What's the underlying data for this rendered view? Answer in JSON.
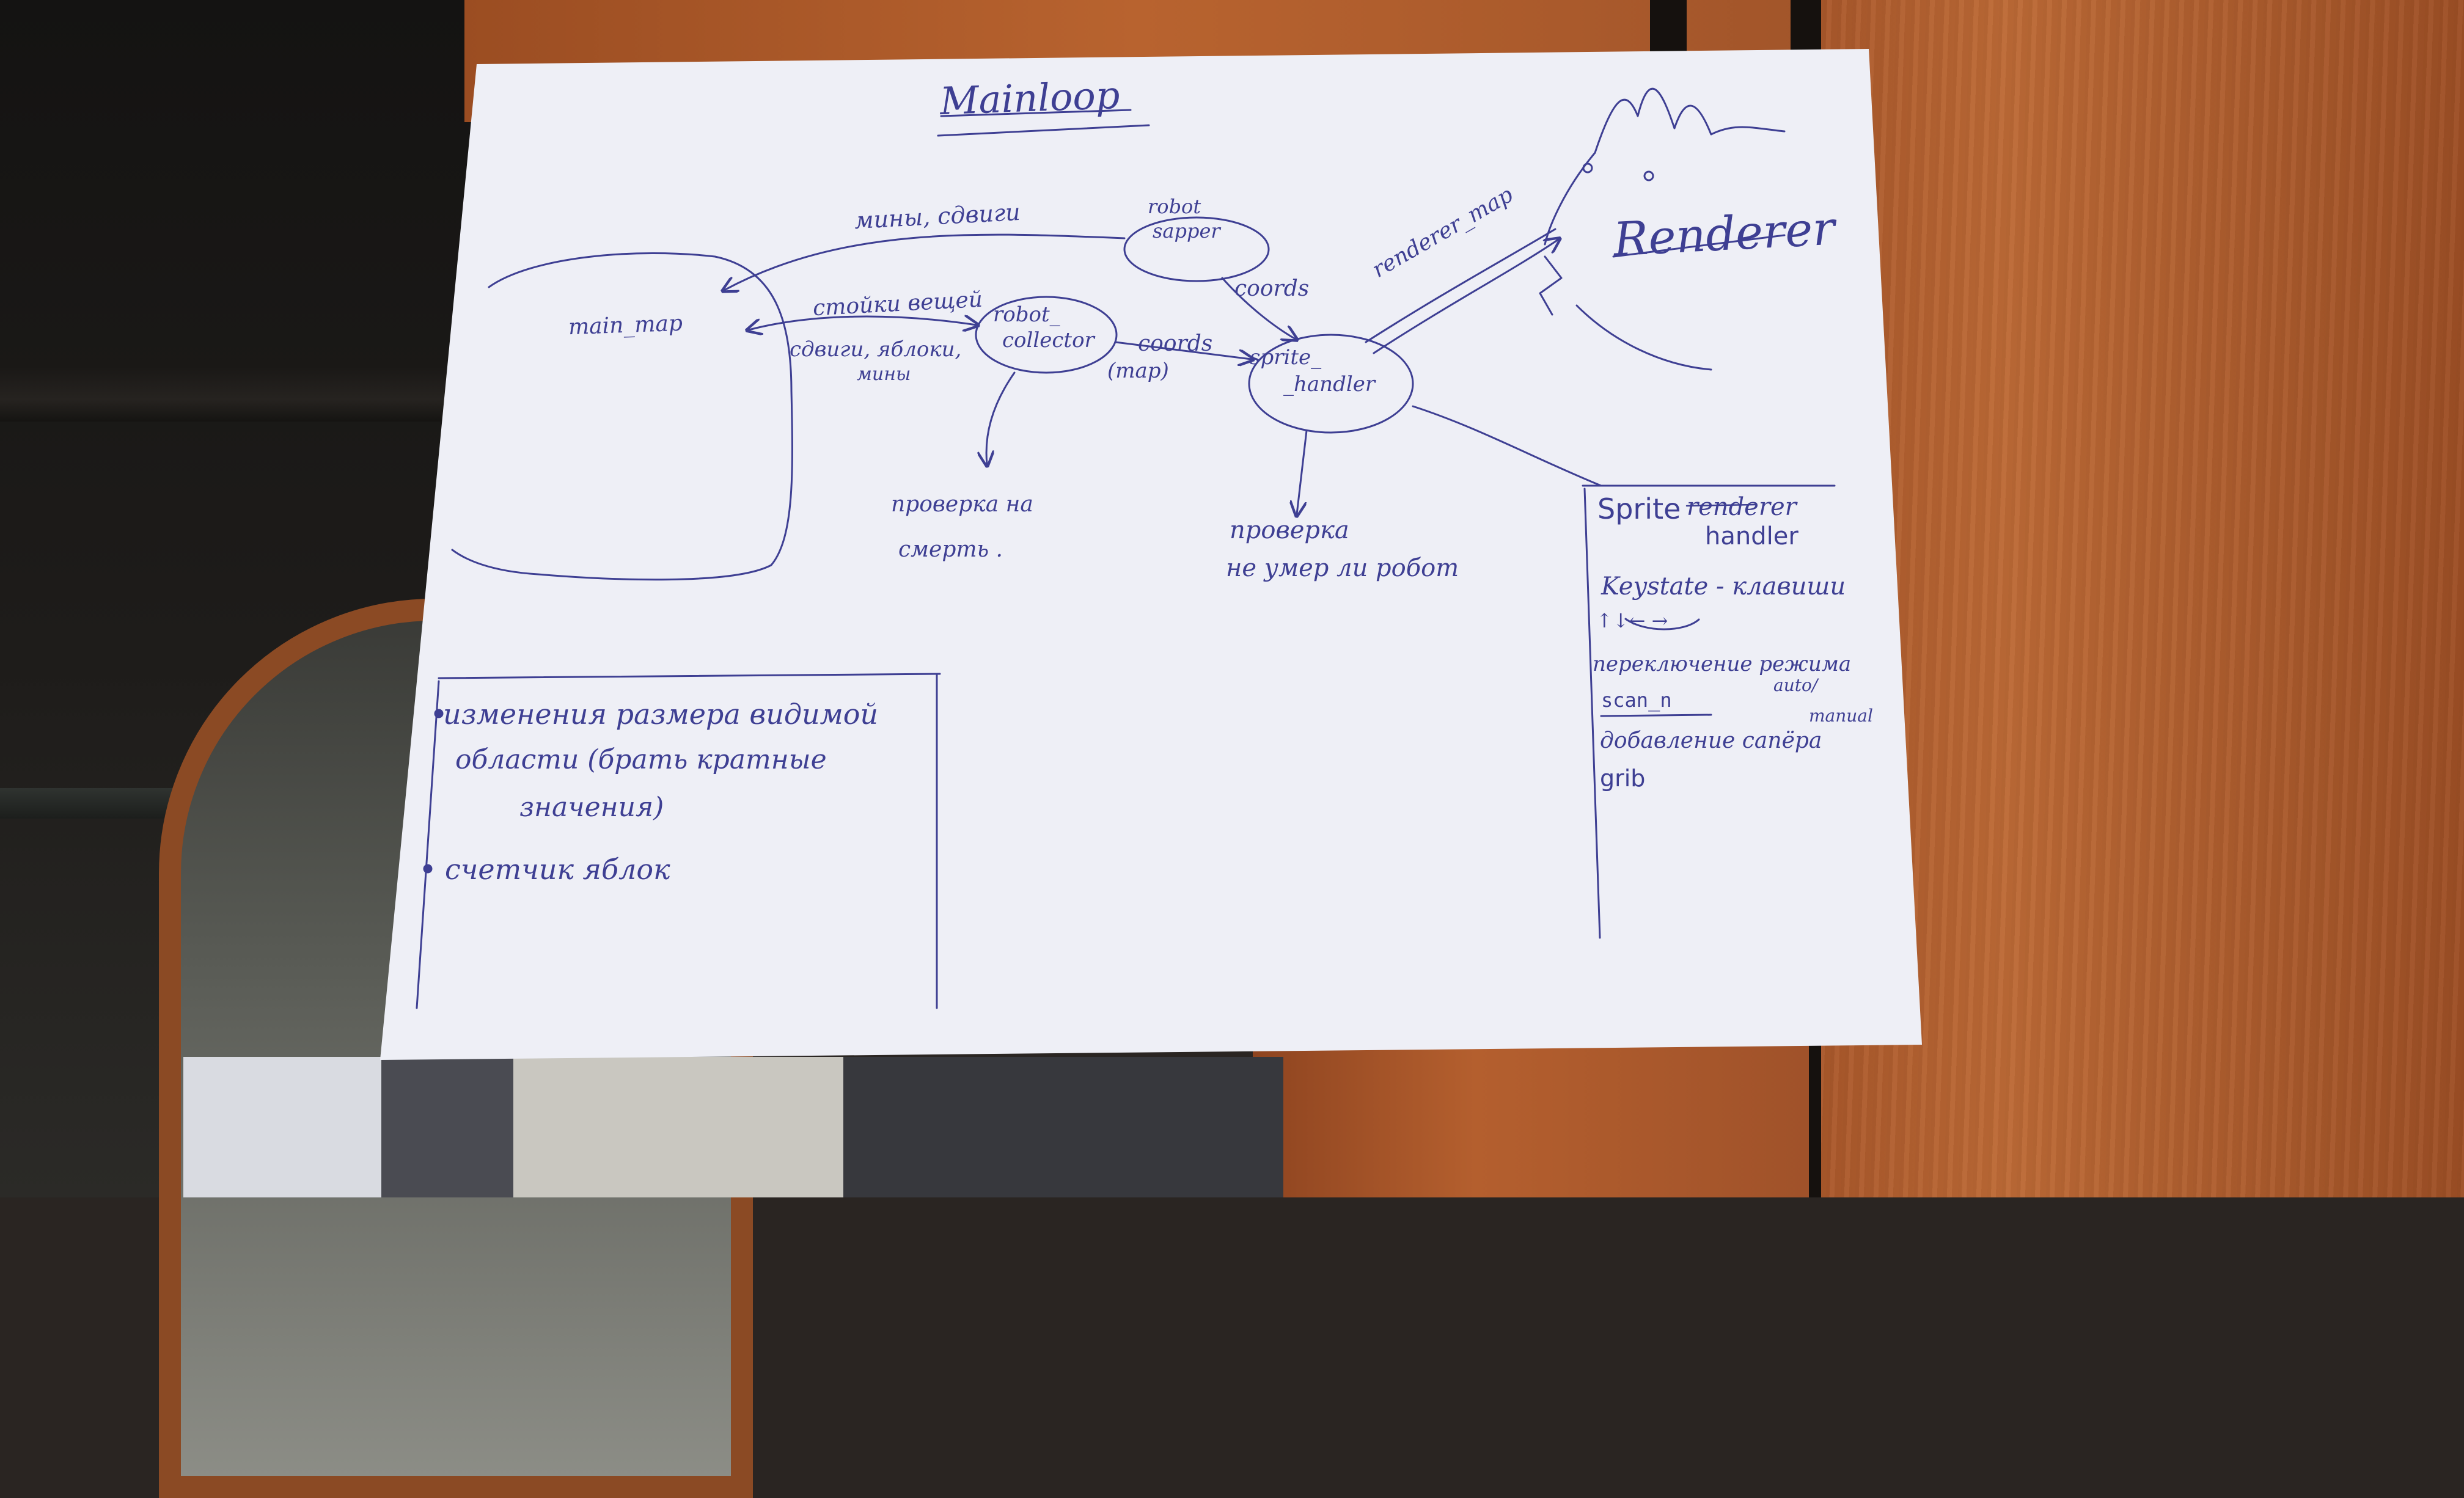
{
  "diagram": {
    "title": "Mainloop",
    "nodes": {
      "main_map": "main_map",
      "robot_sapper": [
        "robot",
        "sapper"
      ],
      "robot_collector": [
        "robot_",
        "collector"
      ],
      "sprite_handler": [
        "sprite_",
        "_handler"
      ],
      "renderer": "Renderer"
    },
    "edge_labels": {
      "mines_shift": "мины, сдвиги",
      "apple_hits": "стойки вещей",
      "shifts_apples_mines": [
        "сдвиги, яблоки,",
        "мины"
      ],
      "coords_sapper": "coords",
      "coords_collector": "coords",
      "map_label": "(map)",
      "renderer_map": "renderer_map"
    },
    "notes": {
      "collector_check": [
        "проверка на",
        "смерть ."
      ],
      "handler_check": [
        "проверка",
        "не умер ли робот"
      ]
    },
    "panel_sprite": {
      "title": "Sprite",
      "struck": "renderer",
      "subtitle": "handler",
      "lines": [
        "Keystate - клавиши",
        "↑↓← →",
        "переключение режима",
        "auto/",
        "scan_n",
        "manual",
        "добавление сапёра",
        "grib"
      ]
    },
    "panel_bottom_left": {
      "items": [
        "изменения размера видимой",
        "области (брать кратные",
        "значения)",
        "счетчик яблок"
      ]
    }
  },
  "colors": {
    "ink": "#3e3f93",
    "paper": "#eeeff6"
  }
}
